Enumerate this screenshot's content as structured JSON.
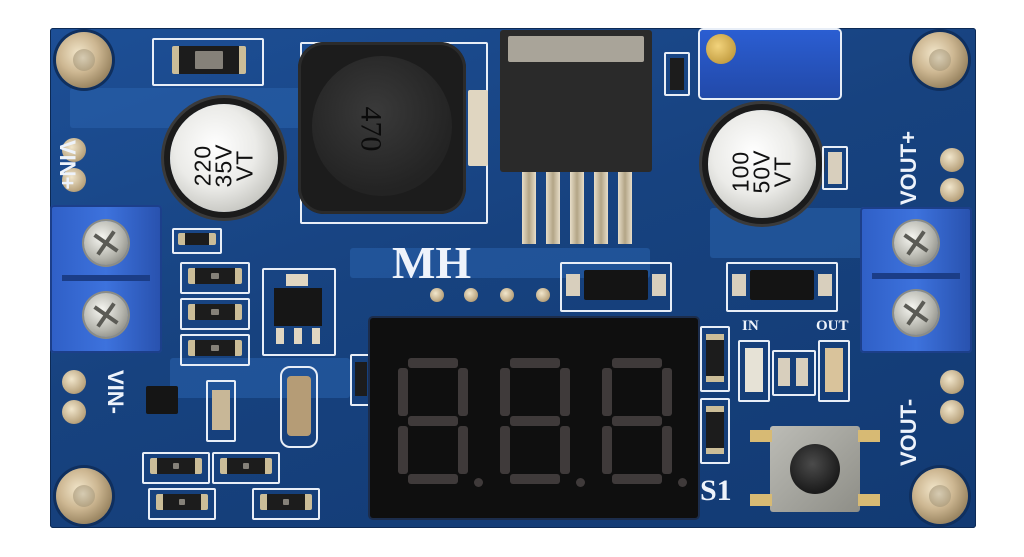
{
  "board": {
    "brand_label": "MH",
    "switch_label": "S1",
    "in_indicator_label": "IN",
    "out_indicator_label": "OUT",
    "vin_plus_label": "VIN+",
    "vin_minus_label": "VIN-",
    "vout_plus_label": "VOUT+",
    "vout_minus_label": "VOUT-"
  },
  "components": {
    "input_capacitor": {
      "line1": "220",
      "line2": "35V",
      "line3": "VT"
    },
    "output_capacitor": {
      "line1": "100",
      "line2": "50V",
      "line3": "VT"
    },
    "inductor_marking": "470"
  },
  "colors": {
    "pcb": "#17427f",
    "terminal": "#3d72dd",
    "silkscreen": "#eef3fb",
    "display": "#101010"
  },
  "icons": [
    "screw-terminal-icon",
    "mounting-hole-icon",
    "seven-segment-display-icon",
    "push-button-icon"
  ]
}
